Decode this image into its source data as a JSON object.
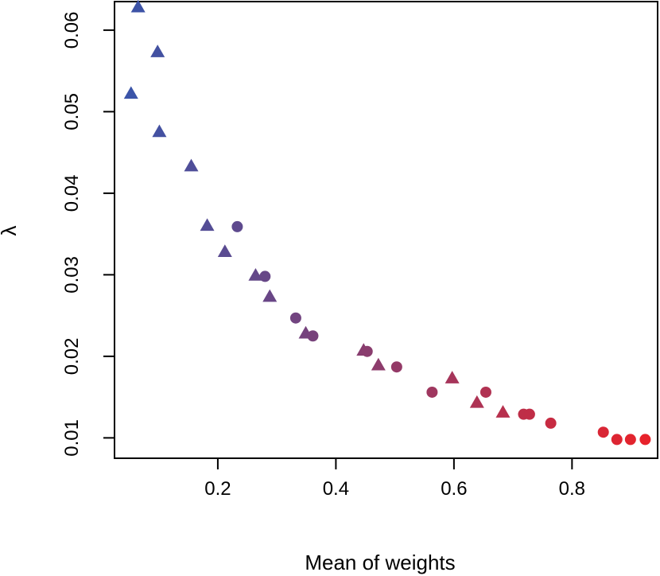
{
  "chart_data": {
    "type": "scatter",
    "title": "",
    "xlabel": "Mean of weights",
    "ylabel": "λ",
    "xlim": [
      0.025,
      0.945
    ],
    "ylim": [
      0.0075,
      0.0635
    ],
    "x_ticks": [
      {
        "value": 0.2,
        "label": "0.2"
      },
      {
        "value": 0.4,
        "label": "0.4"
      },
      {
        "value": 0.6,
        "label": "0.6"
      },
      {
        "value": 0.8,
        "label": "0.8"
      }
    ],
    "y_ticks": [
      {
        "value": 0.01,
        "label": "0.01"
      },
      {
        "value": 0.02,
        "label": "0.02"
      },
      {
        "value": 0.03,
        "label": "0.03"
      },
      {
        "value": 0.04,
        "label": "0.04"
      },
      {
        "value": 0.05,
        "label": "0.05"
      },
      {
        "value": 0.06,
        "label": "0.06"
      }
    ],
    "grid": false,
    "color_scale": {
      "low": "#3a54a8",
      "high": "#e8222a"
    },
    "series": [
      {
        "marker": "triangle",
        "points": [
          {
            "x": 0.065,
            "y": 0.0628
          },
          {
            "x": 0.098,
            "y": 0.0573
          },
          {
            "x": 0.053,
            "y": 0.0522
          },
          {
            "x": 0.101,
            "y": 0.0475
          },
          {
            "x": 0.155,
            "y": 0.0433
          },
          {
            "x": 0.182,
            "y": 0.036
          },
          {
            "x": 0.212,
            "y": 0.0328
          },
          {
            "x": 0.264,
            "y": 0.0299
          },
          {
            "x": 0.288,
            "y": 0.0273
          },
          {
            "x": 0.349,
            "y": 0.0228
          },
          {
            "x": 0.447,
            "y": 0.0207
          },
          {
            "x": 0.472,
            "y": 0.0189
          },
          {
            "x": 0.597,
            "y": 0.0173
          },
          {
            "x": 0.639,
            "y": 0.0143
          },
          {
            "x": 0.683,
            "y": 0.0131
          }
        ]
      },
      {
        "marker": "circle",
        "points": [
          {
            "x": 0.233,
            "y": 0.0359
          },
          {
            "x": 0.28,
            "y": 0.0298
          },
          {
            "x": 0.332,
            "y": 0.0247
          },
          {
            "x": 0.361,
            "y": 0.0225
          },
          {
            "x": 0.453,
            "y": 0.0206
          },
          {
            "x": 0.503,
            "y": 0.0187
          },
          {
            "x": 0.563,
            "y": 0.0156
          },
          {
            "x": 0.654,
            "y": 0.0156
          },
          {
            "x": 0.718,
            "y": 0.0129
          },
          {
            "x": 0.728,
            "y": 0.0129
          },
          {
            "x": 0.764,
            "y": 0.0118
          },
          {
            "x": 0.853,
            "y": 0.0107
          },
          {
            "x": 0.876,
            "y": 0.0098
          },
          {
            "x": 0.899,
            "y": 0.0098
          },
          {
            "x": 0.924,
            "y": 0.0098
          }
        ]
      }
    ]
  }
}
